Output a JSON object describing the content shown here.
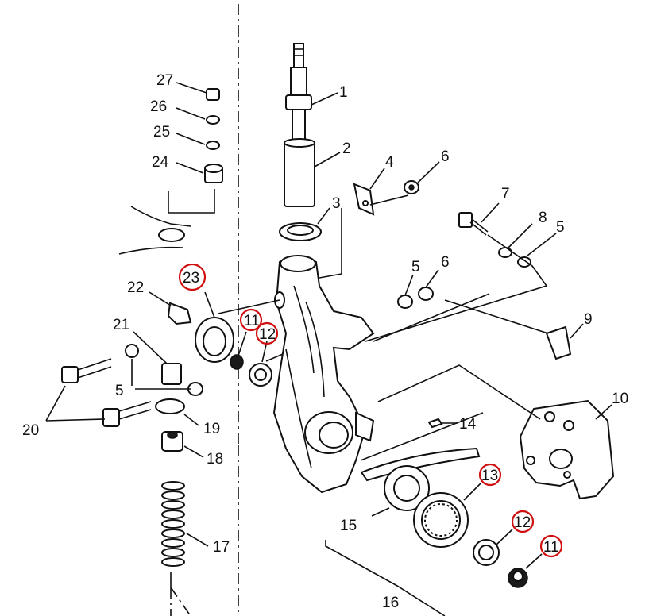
{
  "colors": {
    "line": "#111111",
    "highlight": "#d01010",
    "background": "#ffffff"
  },
  "labels": [
    {
      "id": "1",
      "text": "1"
    },
    {
      "id": "2",
      "text": "2"
    },
    {
      "id": "3",
      "text": "3"
    },
    {
      "id": "4",
      "text": "4"
    },
    {
      "id": "6a",
      "text": "6"
    },
    {
      "id": "7",
      "text": "7"
    },
    {
      "id": "8",
      "text": "8"
    },
    {
      "id": "5a",
      "text": "5"
    },
    {
      "id": "5b",
      "text": "5"
    },
    {
      "id": "6b",
      "text": "6"
    },
    {
      "id": "9",
      "text": "9"
    },
    {
      "id": "10",
      "text": "10"
    },
    {
      "id": "11a",
      "text": "11",
      "highlighted": true
    },
    {
      "id": "12a",
      "text": "12",
      "highlighted": true
    },
    {
      "id": "13",
      "text": "13",
      "highlighted": true
    },
    {
      "id": "12b",
      "text": "12",
      "highlighted": true
    },
    {
      "id": "11b",
      "text": "11",
      "highlighted": true
    },
    {
      "id": "14",
      "text": "14"
    },
    {
      "id": "15",
      "text": "15"
    },
    {
      "id": "16",
      "text": "16"
    },
    {
      "id": "17",
      "text": "17"
    },
    {
      "id": "18",
      "text": "18"
    },
    {
      "id": "19",
      "text": "19"
    },
    {
      "id": "20",
      "text": "20"
    },
    {
      "id": "21",
      "text": "21"
    },
    {
      "id": "5c",
      "text": "5"
    },
    {
      "id": "22",
      "text": "22"
    },
    {
      "id": "23",
      "text": "23",
      "highlighted": true
    },
    {
      "id": "24",
      "text": "24"
    },
    {
      "id": "25",
      "text": "25"
    },
    {
      "id": "26",
      "text": "26"
    },
    {
      "id": "27",
      "text": "27"
    }
  ]
}
